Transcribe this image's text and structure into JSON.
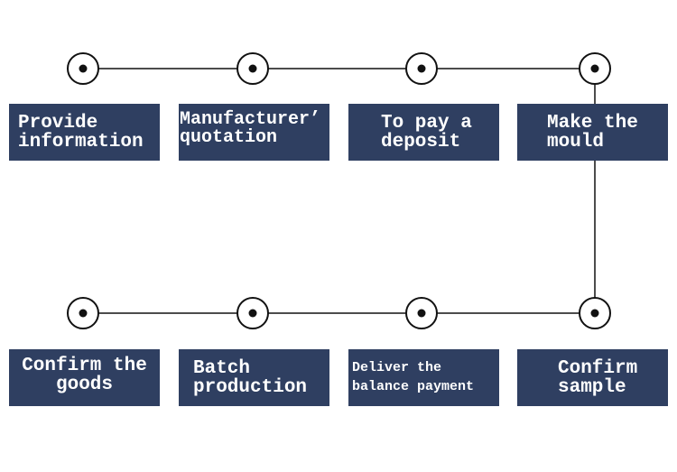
{
  "colors": {
    "box_fill": "#2f3f61",
    "box_text": "#ffffff",
    "line": "#111111",
    "node_ring": "#111111",
    "node_fill": "#ffffff",
    "node_dot": "#111111"
  },
  "steps": [
    {
      "line1": "Provide",
      "line2": "information"
    },
    {
      "line1": "Manufacturer’",
      "line2": "quotation"
    },
    {
      "line1": "To pay a",
      "line2": "deposit"
    },
    {
      "line1": "Make the",
      "line2": "mould"
    },
    {
      "line1": "Confirm",
      "line2": "sample"
    },
    {
      "line1": "Deliver the",
      "line2": "balance payment"
    },
    {
      "line1": "Batch",
      "line2": "production"
    },
    {
      "line1": "Confirm the",
      "line2": "goods"
    }
  ]
}
